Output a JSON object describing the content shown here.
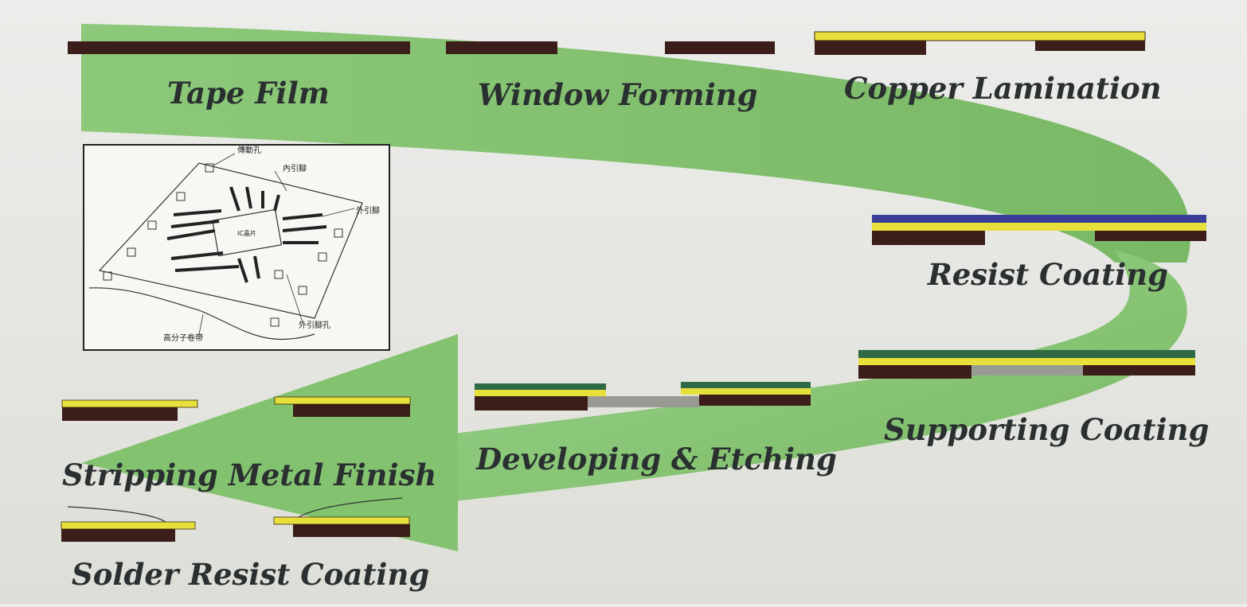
{
  "colors": {
    "flow_arrow": "#7fbf6a",
    "flow_arrow_light": "#a9d99a",
    "base_film": "#3b1e19",
    "copper": "#e7e03a",
    "resist": "#3a3f9a",
    "supporting": "#2f6a46",
    "window": "#9a9a95"
  },
  "stages": {
    "tape_film": "Tape Film",
    "window_forming": "Window Forming",
    "copper_lamination": "Copper Lamination",
    "resist_coating": "Resist Coating",
    "supporting_coating": "Supporting Coating",
    "developing_etching": "Developing & Etching",
    "stripping_metal_finish": "Stripping Metal Finish",
    "solder_resist_coating": "Solder Resist Coating"
  },
  "inset": {
    "sprocket_hole": "傳動孔",
    "inner_lead": "內引腳",
    "outer_lead": "外引腳",
    "ic_chip": "IC晶片",
    "outer_lead_hole": "外引腳孔",
    "polymer_tape": "高分子卷帶"
  }
}
